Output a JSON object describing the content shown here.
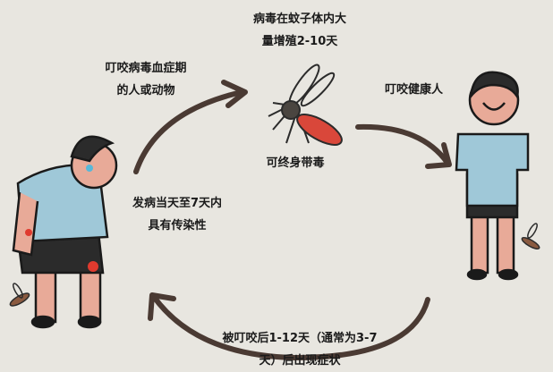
{
  "colors": {
    "background": "#e8e6e0",
    "arrow": "#4a3a33",
    "shirt": "#9fc8d8",
    "skin": "#e8aa98",
    "shorts": "#2b2b2b",
    "bite": "#e03a2e"
  },
  "labels": {
    "mosquito_multiply": [
      "病毒在蚊子体内大",
      "量增殖2-10天"
    ],
    "bite_viremic": [
      "叮咬病毒血症期",
      "的人或动物"
    ],
    "bite_healthy": "叮咬健康人",
    "lifelong_carrier": "可终身带毒",
    "infectious_period": [
      "发病当天至7天内",
      "具有传染性"
    ],
    "incubation": [
      "被叮咬后1-12天（通常为3-7",
      "天）后出现症状"
    ]
  }
}
